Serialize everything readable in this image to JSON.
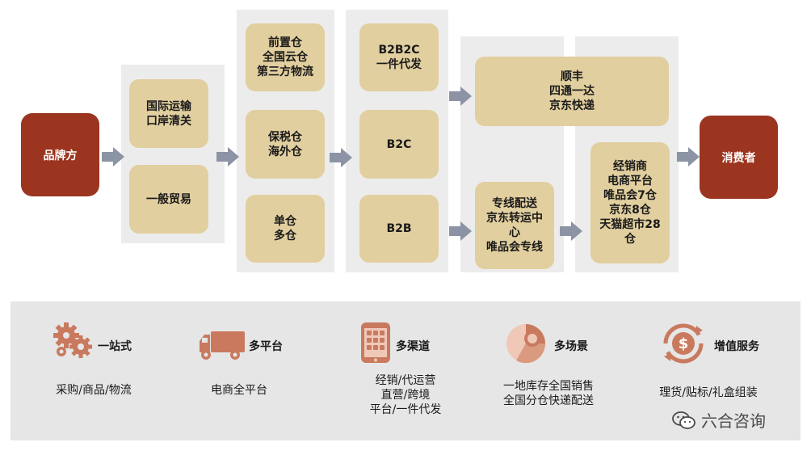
{
  "colors": {
    "accent": "#9b3520",
    "box": "#e2cf9f",
    "panel": "#ececec",
    "arrow": "#8c93a4",
    "icon": "#c97a5e"
  },
  "flow": {
    "brand": "品牌方",
    "consumer": "消费者",
    "trade": [
      "国际运输\n口岸清关",
      "一般贸易"
    ],
    "warehouse": [
      "前置仓\n全国云仓\n第三方物流",
      "保税仓\n海外仓",
      "单仓\n多仓"
    ],
    "channel": [
      "B2B2C\n一件代发",
      "B2C",
      "B2B"
    ],
    "express": "顺丰\n四通一达\n京东快递",
    "dedicated": "专线配送\n京东转运中\n心\n唯品会专线",
    "retail": "经销商\n电商平台\n唯品会7仓\n京东8仓\n天猫超市28\n仓"
  },
  "features": [
    {
      "icon": "gears-icon",
      "title": "一站式",
      "desc": "采购/商品/物流"
    },
    {
      "icon": "truck-icon",
      "title": "多平台",
      "desc": "电商全平台"
    },
    {
      "icon": "phone-app-icon",
      "title": "多渠道",
      "desc": "经销/代运营\n直营/跨境\n平台/一件代发"
    },
    {
      "icon": "pie-scene-icon",
      "title": "多场景",
      "desc": "一地库存全国销售\n全国分仓快递配送"
    },
    {
      "icon": "money-cycle-icon",
      "title": "增值服务",
      "desc": "理货/贴标/礼盒组装"
    }
  ],
  "watermark": "六合咨询"
}
